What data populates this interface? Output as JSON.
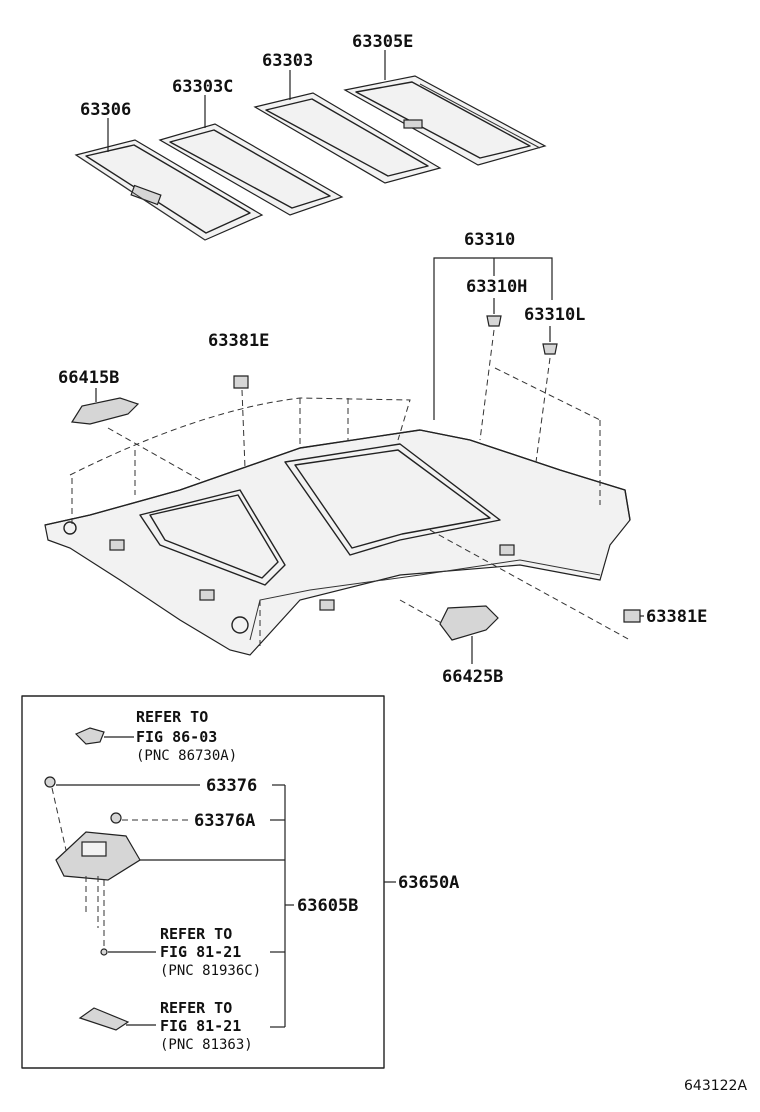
{
  "labels": {
    "p63306": "63306",
    "p63303C": "63303C",
    "p63303": "63303",
    "p63305E": "63305E",
    "p63310": "63310",
    "p63310H": "63310H",
    "p63310L": "63310L",
    "p63381E_top": "63381E",
    "p66415B": "66415B",
    "p63381E_right": "63381E",
    "p66425B": "66425B",
    "p63376": "63376",
    "p63376A": "63376A",
    "p63605B": "63605B",
    "p63650A": "63650A"
  },
  "refs": [
    {
      "line1": "REFER TO",
      "line2": "FIG 86-03",
      "pnc": "(PNC 86730A)"
    },
    {
      "line1": "REFER TO",
      "line2": "FIG 81-21",
      "pnc": "(PNC 81936C)"
    },
    {
      "line1": "REFER TO",
      "line2": "FIG 81-21",
      "pnc": "(PNC 81363)"
    }
  ],
  "figure_id": "643122A"
}
